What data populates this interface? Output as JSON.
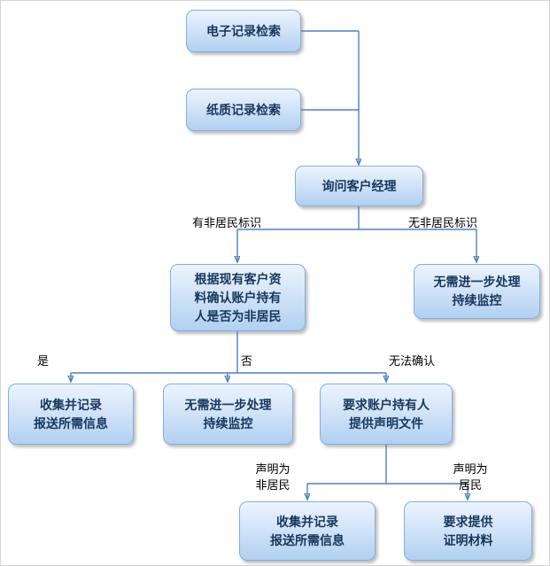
{
  "diagram_title": "",
  "accent": {
    "node_border": "#85aede",
    "node_fill_top": "#ecf4fd",
    "node_fill_bottom": "#b1d0f1",
    "node_text": "#17375d",
    "connector": "#4f81bd",
    "background": "#ffffff"
  },
  "nodes": {
    "electronic_record_search": "电子记录检索",
    "paper_record_search": "纸质记录检索",
    "ask_account_manager": "询问客户经理",
    "confirm_nonresident": "根据现有客户资\n料确认账户持有\n人是否为非居民",
    "no_further_processing_monitor_1": "无需进一步处理\n持续监控",
    "collect_record_report_info_1": "收集并记录\n报送所需信息",
    "no_further_processing_monitor_2": "无需进一步处理\n持续监控",
    "request_declaration_document": "要求账户持有人\n提供声明文件",
    "collect_record_report_info_2": "收集并记录\n报送所需信息",
    "request_proof_materials": "要求提供\n证明材料"
  },
  "edge_labels": {
    "has_nonresident_mark": "有非居民标识",
    "no_nonresident_mark": "无非居民标识",
    "yes": "是",
    "no": "否",
    "cannot_confirm": "无法确认",
    "declared_nonresident": "声明为\n非居民",
    "declared_resident": "声明为\n居民"
  }
}
